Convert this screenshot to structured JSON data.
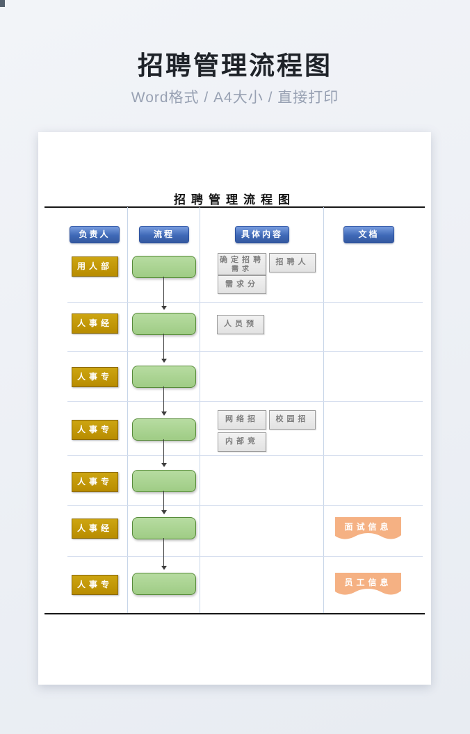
{
  "header": {
    "title": "招聘管理流程图",
    "subtitle": "Word格式 / A4大小 / 直接打印"
  },
  "doc": {
    "title": "招聘管理流程图",
    "columns": [
      {
        "label": "负责人"
      },
      {
        "label": "流程"
      },
      {
        "label": "具体内容"
      },
      {
        "label": "文档"
      }
    ],
    "roles": [
      "用人部",
      "人事经",
      "人事专",
      "人事专",
      "人事专",
      "人事经",
      "人事专"
    ],
    "detail_boxes": [
      {
        "text": "确定招聘",
        "text2": "需求"
      },
      {
        "text": "招聘人"
      },
      {
        "text": "需求分"
      },
      {
        "text": "人员预"
      },
      {
        "text": "网络招"
      },
      {
        "text": "校园招"
      },
      {
        "text": "内部竞"
      }
    ],
    "doc_shapes": [
      "面试信息",
      "员工信息"
    ]
  },
  "colors": {
    "header_button_blue": "#4472c4",
    "role_label_gold": "#bf9000",
    "process_green": "#a9d18e",
    "process_green_border": "#548235",
    "detail_box_gray": "#e8e8e8",
    "doc_shape_orange": "#f4b183",
    "grid_line_blue": "#c6d5e8"
  }
}
